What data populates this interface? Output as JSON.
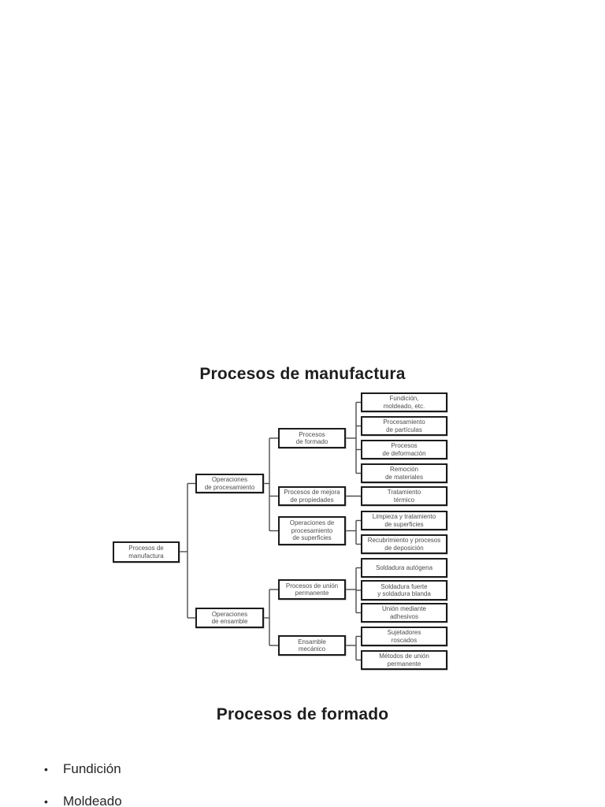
{
  "colors": {
    "background": "#ffffff",
    "title_text": "#1e1e1e",
    "box_border": "#1c1c1c",
    "box_text": "#4d4d4d",
    "connector": "#4d4d4d",
    "bullet_text": "#262626"
  },
  "bullet_char": "•",
  "slide_manufactura": {
    "title": "Procesos de manufactura",
    "diagram": {
      "root": {
        "label": "Procesos de\nmanufactura"
      },
      "branches": {
        "op_procesamiento": {
          "label": "Operaciones\nde procesamiento"
        },
        "op_ensamble": {
          "label": "Operaciones\nde ensamble"
        }
      },
      "groups": {
        "formado": {
          "label": "Procesos\nde formado"
        },
        "mejora": {
          "label": "Procesos de mejora\nde propiedades"
        },
        "superficies": {
          "label": "Operaciones de\nprocesamiento\nde superficies"
        },
        "union_permanente": {
          "label": "Procesos de unión\npermanente"
        },
        "ensamble_mecanico": {
          "label": "Ensamble\nmecánico"
        }
      },
      "leaves": {
        "fundicion": {
          "label": "Fundición,\nmoldeado, etc."
        },
        "particulas": {
          "label": "Procesamiento\nde partículas"
        },
        "deformacion": {
          "label": "Procesos\nde deformación"
        },
        "remocion": {
          "label": "Remoción\nde materiales"
        },
        "tratamiento_termico": {
          "label": "Tratamiento\ntérmico"
        },
        "limpieza": {
          "label": "Limpieza y tratamiento\nde superficies"
        },
        "recubrimiento": {
          "label": "Recubrimiento y procesos\nde deposición"
        },
        "soldadura_autogena": {
          "label": "Soldadura autógena"
        },
        "soldadura_fuerte": {
          "label": "Soldadura fuerte\ny soldadura blanda"
        },
        "union_adhesivos": {
          "label": "Unión mediante\nadhesivos"
        },
        "sujetadores": {
          "label": "Sujetadores\nroscados"
        },
        "metodos_union": {
          "label": "Métodos de unión\npermanente"
        }
      }
    }
  },
  "slide_formado": {
    "title": "Procesos de formado",
    "bullets": [
      "Fundición",
      "Moldeado"
    ]
  }
}
